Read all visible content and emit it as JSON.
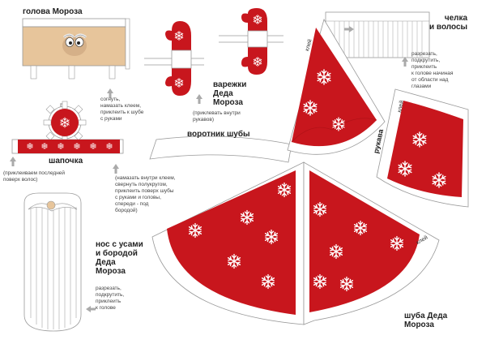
{
  "labels": {
    "head": "голова Мороза",
    "bangs": "челка\nи волосы",
    "mittens": "варежки\nДеда\nМороза",
    "hat": "шапочка",
    "collar": "воротник шубы",
    "sleeve": "рукава",
    "glue_sleeve_1": "клей",
    "glue_sleeve_2": "клей",
    "glue_coat": "клей",
    "nose": "нос с усами\nи бородой\nДеда\nМороза",
    "coat": "шуба Деда\nМороза"
  },
  "notes": {
    "head": "согнуть,\nнамазать клеем,\nприклеить к шубе\nс руками",
    "bangs": "разрезать,\nподкрутить,\nприклеить\nк голове начиная\nот области над\nглазами",
    "mittens": "(приклевать внутри\nрукавов)",
    "hat": "(приклеиваем последней\nповерх волос)",
    "collar": "(намазать внутри клеем,\nсвернуть полукругом,\nприклеить поверх шубы\nс руками и головы,\nспереди - под\nбородой)",
    "beard": "разрезать,\nподкрутить,\nприклеить\nк голове"
  },
  "colors": {
    "red": "#c8161d",
    "skin": "#e7c59b",
    "outline": "#9a9a9a",
    "arrow": "#aaaaaa"
  },
  "icons": [
    "snowflake-icon",
    "arrow-up-icon",
    "arrow-left-icon",
    "arrow-right-icon"
  ]
}
